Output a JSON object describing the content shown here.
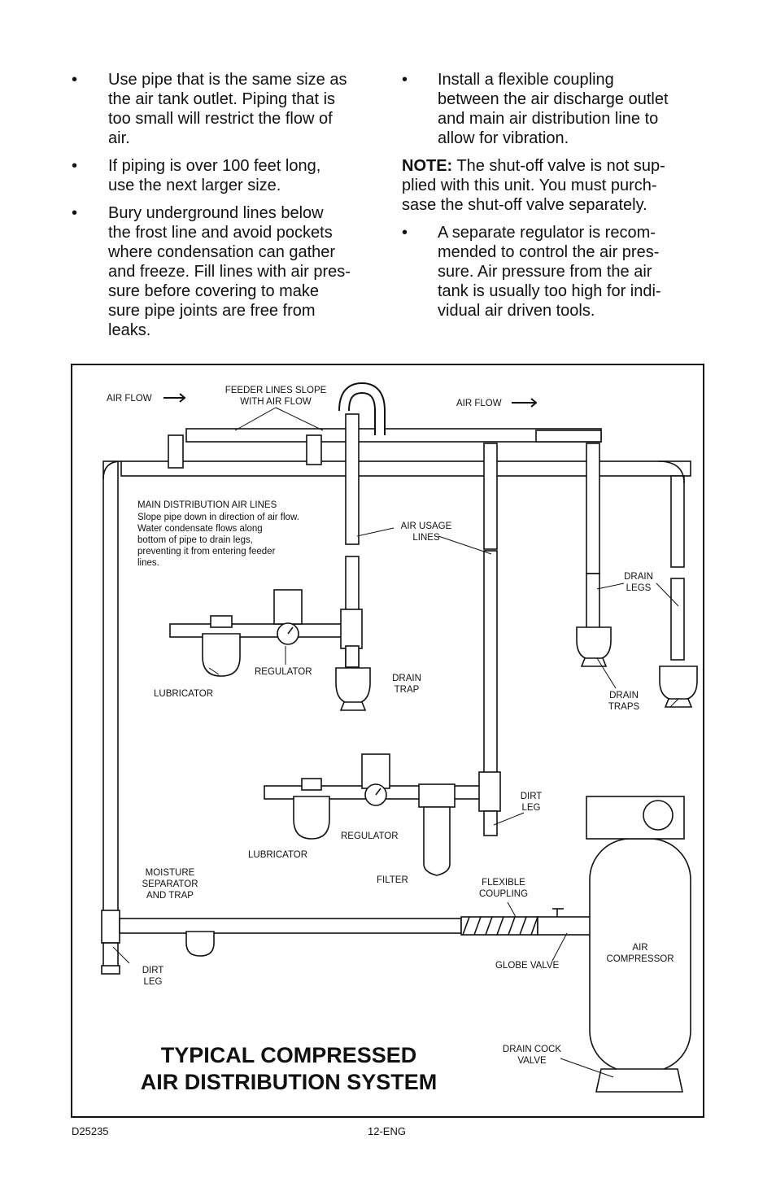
{
  "left_column": {
    "bullets": [
      {
        "symbol": "•",
        "lines": [
          "Use pipe that is the same size as",
          "the air tank outlet. Piping that is",
          "too small will restrict the flow of",
          "air."
        ]
      },
      {
        "symbol": "•",
        "lines": [
          "If piping is over 100 feet long,",
          "use the next larger size."
        ]
      },
      {
        "symbol": "•",
        "lines": [
          "Bury underground lines below",
          "the frost line and avoid pockets",
          "where condensation can gather",
          "and freeze. Fill lines with air pres-",
          "sure before covering to make",
          "sure pipe joints are free from",
          "leaks."
        ]
      }
    ]
  },
  "right_column": {
    "bullet_1": {
      "symbol": "•",
      "lines": [
        "Install a flexible coupling",
        "between the air discharge outlet",
        "and main air distribution line to",
        "allow for vibration."
      ]
    },
    "note": {
      "label": "NOTE:",
      "line1": " The shut-off valve is not sup-",
      "line2": "plied with this unit. You must purch-",
      "line3": "sase the shut-off valve separately."
    },
    "bullet_2": {
      "symbol": "•",
      "lines": [
        "A separate regulator is recom-",
        "mended to control the air pres-",
        "sure. Air pressure from the air",
        "tank is usually too high for indi-",
        "vidual air driven tools."
      ]
    }
  },
  "diagram": {
    "title": "TYPICAL COMPRESSED\nAIR DISTRIBUTION SYSTEM",
    "labels": {
      "air_flow_left": "AIR FLOW",
      "feeder_lines": "FEEDER LINES SLOPE\nWITH AIR FLOW",
      "air_flow_right": "AIR FLOW",
      "main_lines_title": "MAIN DISTRIBUTION AIR LINES",
      "main_lines_desc": "Slope pipe down in direction of air flow.\nWater condensate flows along\nbottom of pipe to drain legs,\npreventing it from entering feeder\nlines.",
      "air_usage_lines": "AIR USAGE\nLINES",
      "drain_legs": "DRAIN\nLEGS",
      "regulator_upper": "REGULATOR",
      "lubricator_upper": "LUBRICATOR",
      "drain_trap": "DRAIN\nTRAP",
      "drain_traps": "DRAIN\nTRAPS",
      "dirt_leg_right": "DIRT\nLEG",
      "regulator_lower": "REGULATOR",
      "lubricator_lower": "LUBRICATOR",
      "moisture_separator": "MOISTURE\nSEPARATOR\nAND TRAP",
      "filter": "FILTER",
      "flexible_coupling": "FLEXIBLE\nCOUPLING",
      "air_compressor": "AIR\nCOMPRESSOR",
      "globe_valve": "GLOBE VALVE",
      "dirt_leg_left": "DIRT\nLEG",
      "drain_cock_valve": "DRAIN COCK\nVALVE"
    }
  },
  "footer": {
    "doc_code": "D25235",
    "page": "12-ENG"
  }
}
